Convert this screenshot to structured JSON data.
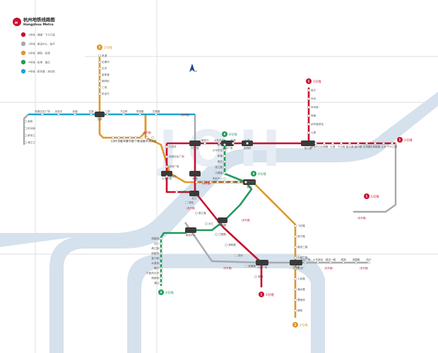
{
  "header": {
    "title": "杭州地铁线路图",
    "subtitle": "Hangzhou Metro",
    "logo": "hangzhou-metro-logo"
  },
  "colors": {
    "line1": "#c8102e",
    "line2": "#e0962b",
    "line4": "#1f9b5a",
    "wayside": "#a7a9ac",
    "fuchun": "#19a5d3",
    "river": "#cbd9e7",
    "grid": "#e2e2e2"
  },
  "legend": {
    "items": [
      {
        "num": "1",
        "text": "1号线 · 湘湖 · 下沙江滨",
        "color": "#c8102e"
      },
      {
        "num": "",
        "text": "1号线 · 客运中心 · 临平",
        "color": "#a7a9ac"
      },
      {
        "num": "2",
        "text": "2号线 · 朝阳 · 良渚",
        "color": "#e0962b"
      },
      {
        "num": "4",
        "text": "4号线 · 彭埠 · 浦沿",
        "color": "#1f9b5a"
      },
      {
        "num": "",
        "text": "4号线 · 新风路 · 池华街",
        "color": "#19a5d3"
      }
    ]
  },
  "compass": {
    "label": "N"
  },
  "line_tags": {
    "l2_top": "2号线",
    "l1_top": "1号线",
    "l1_right": "1号线",
    "l1_mid": "1号线",
    "l4_top": "4号线",
    "l4_mid": "4号线",
    "l1_bottom": "1号线",
    "l4_bottom": "4号线",
    "l2_bottom": "2号线"
  },
  "stations": {
    "l2_north": [
      "良渚",
      "杜甫村",
      "白洋",
      "金家渡",
      "墩祥街",
      "三坝",
      "虾龙圩"
    ],
    "fuchun": [
      "西湖文化广场",
      "余杭中",
      "永福",
      "文新",
      "三坝",
      "下沿桥",
      "学院路",
      "古墩路"
    ],
    "fuchun_left": [
      "南苑",
      "杭州南",
      "新安江",
      "浦江江"
    ],
    "l2_mid": [
      "文新",
      "丰潭路",
      "古翠路",
      "学院路",
      "下宁桥",
      "沈塘桥",
      "武林门",
      "凤起路"
    ],
    "l1_top_v": [
      "临平",
      "乔司",
      "乔司南",
      "翁梅",
      "余杭高铁站",
      "九堡"
    ],
    "l1_east": [
      "客运中心",
      "九和路",
      "九堡",
      "下沙西",
      "金沙湖",
      "高沙路",
      "文泽路",
      "文海南路",
      "云水",
      "下沙江滨"
    ],
    "l1_main": [
      "打铁关",
      "西湖文化广场",
      "武林广场",
      "龙翔桥",
      "定安路",
      "城站",
      "婺江路",
      "近江",
      "江陵路",
      "滨和路",
      "西兴",
      "滨康路",
      "湘湖"
    ],
    "l1_center": [
      "闸弄口",
      "火车东站",
      "彭埠",
      "七堡"
    ],
    "l4": [
      "彭埠",
      "火车东站",
      "新塘",
      "景芳",
      "钱江路",
      "江锦路",
      "市民中心",
      "城星路",
      "近江",
      "甬江路",
      "南星桥",
      "复兴路",
      "水澄桥",
      "联庄",
      "中医药大学",
      "杨家墩",
      "浦沿"
    ],
    "l2_south": [
      "钱江路",
      "庆春广场",
      "庆菱路",
      "建国北路",
      "中河北路",
      "凤起路",
      "钱江世纪城",
      "盈丰路",
      "飞虹路",
      "振宁路",
      "建设三路",
      "人民广场",
      "杭发厂",
      "人民路",
      "潘水路",
      "曹家桥",
      "朝阳"
    ],
    "l1_south_east": [
      "人民广场",
      "火车南站",
      "建设一路",
      "湘湖",
      "滨康路",
      "西兴"
    ],
    "interchange": [
      "文新",
      "打铁关",
      "武林广场",
      "龙翔桥",
      "钱江路",
      "火车东站",
      "彭埠",
      "城站",
      "近江",
      "滨和路",
      "客运中心",
      "人民广场",
      "江陵路"
    ]
  },
  "notes": {
    "under_construction": "(未开通)"
  }
}
